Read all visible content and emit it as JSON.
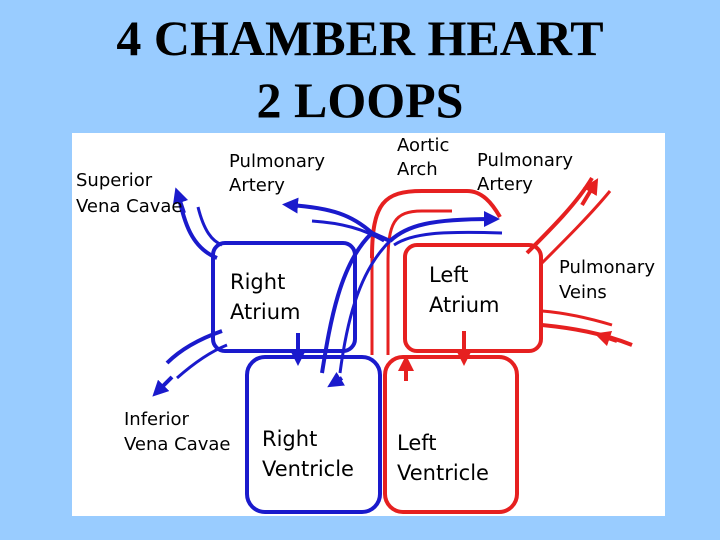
{
  "title": {
    "line1": "4 CHAMBER HEART",
    "line2": "2 LOOPS"
  },
  "colors": {
    "background": "#99ccff",
    "deoxygenated": "#1a1acc",
    "oxygenated": "#e62020"
  },
  "labels": {
    "superior_vena_cava": [
      "Superior",
      "Vena Cavae"
    ],
    "pulmonary_artery_left": [
      "Pulmonary",
      "Artery"
    ],
    "aortic_arch": [
      "Aortic",
      "Arch"
    ],
    "pulmonary_artery_right": [
      "Pulmonary",
      "Artery"
    ],
    "pulmonary_veins": [
      "Pulmonary",
      "Veins"
    ],
    "right_atrium": [
      "Right",
      "Atrium"
    ],
    "left_atrium": [
      "Left",
      "Atrium"
    ],
    "inferior_vena_cava": [
      "Inferior",
      "Vena Cavae"
    ],
    "right_ventricle": [
      "Right",
      "Ventricle"
    ],
    "left_ventricle": [
      "Left",
      "Ventricle"
    ]
  }
}
